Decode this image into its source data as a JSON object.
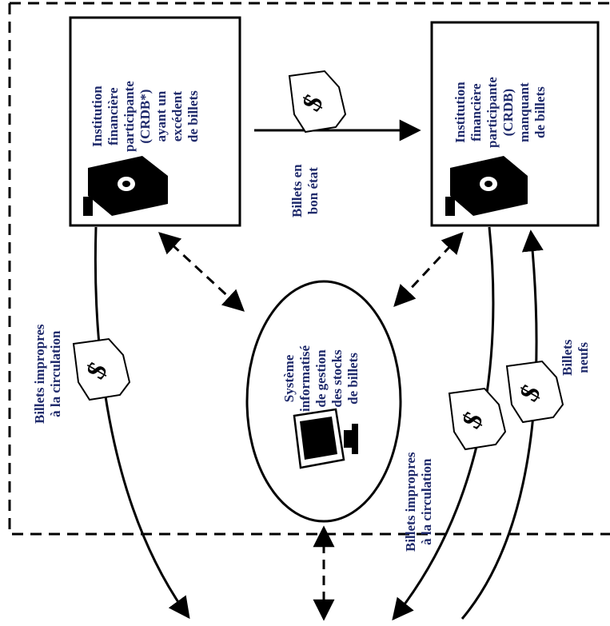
{
  "colors": {
    "label_text": "#1f2a6b",
    "line": "#000000",
    "background": "#ffffff"
  },
  "box_left": {
    "lines": [
      "Institution",
      "financière",
      "participante",
      "(CRDB*)",
      "ayant un",
      "excédent",
      "de billets"
    ]
  },
  "box_right": {
    "lines": [
      "Institution",
      "financière",
      "participante",
      "(CRDB)",
      "manquant",
      "de billets"
    ]
  },
  "center_system": {
    "lines": [
      "Système",
      "informatisé",
      "de gestion",
      "des stocks",
      "de billets"
    ],
    "icon": "computer-icon"
  },
  "flow_labels": {
    "good_notes": [
      "Billets en",
      "bon état"
    ],
    "unfit_left": [
      "Billets impropres",
      "à la circulation"
    ],
    "unfit_right": [
      "Billets impropres",
      "à la circulation"
    ],
    "new_notes": [
      "Billets",
      "neufs"
    ]
  },
  "icons": {
    "vault_left": "safe-icon",
    "vault_right": "safe-icon",
    "banknote": "dollar-banknote-icon"
  }
}
